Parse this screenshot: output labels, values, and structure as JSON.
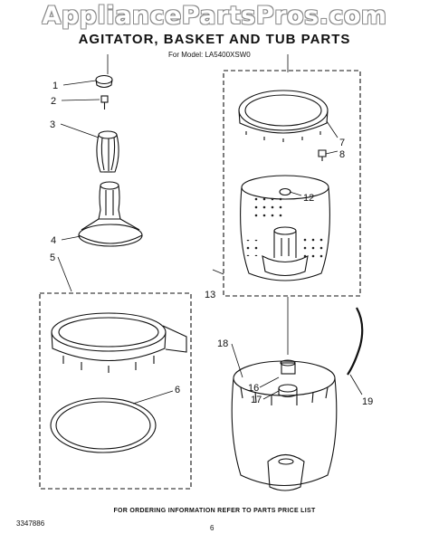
{
  "watermark": "AppliancePartsPros.com",
  "title": "AGITATOR, BASKET AND TUB PARTS",
  "model": "For Model: LA5400XSW0",
  "footer": "FOR ORDERING INFORMATION REFER TO PARTS PRICE LIST",
  "doc_number": "3347886",
  "page_number": "6",
  "callouts": [
    "1",
    "2",
    "3",
    "4",
    "5",
    "6",
    "7",
    "8",
    "12",
    "13",
    "16",
    "17",
    "18",
    "19"
  ],
  "colors": {
    "ink": "#111111",
    "watermark_outline": "#8a8a8a"
  }
}
